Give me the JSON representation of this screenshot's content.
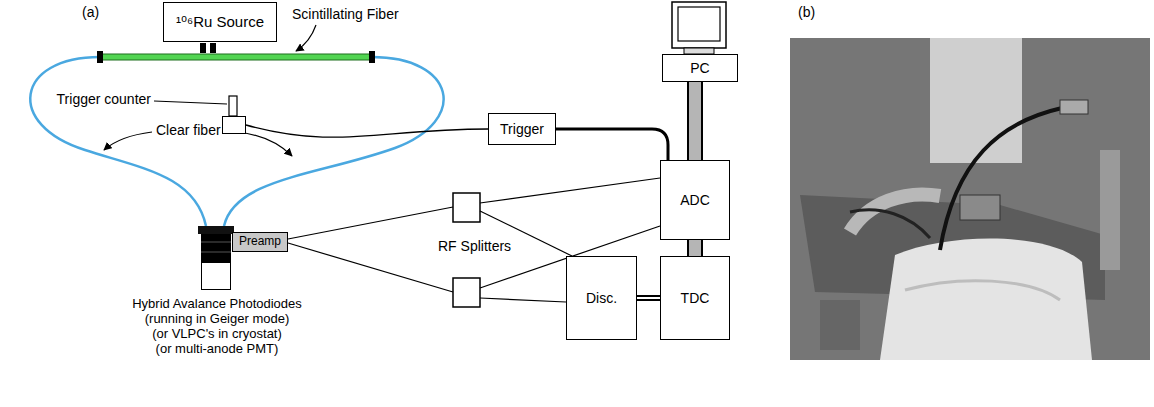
{
  "diagram": {
    "nodes": [
      {
        "text": [
          "¹⁰⁶Ru Source"
        ]
      },
      {
        "text": [
          "Trigger counter"
        ]
      },
      {
        "text": [
          "Trigger"
        ]
      },
      {
        "text": [
          "PC"
        ]
      },
      {
        "text": [
          "ADC"
        ]
      },
      {
        "text": [
          "Disc."
        ]
      },
      {
        "text": [
          "TDC"
        ]
      },
      {
        "text": [
          "Preamp"
        ]
      },
      {
        "text": [
          "Hybrid Avalance Photodiodes",
          "(running in Geiger mode)",
          "(or VLPC's in cryostat)",
          "(or multi-anode PMT)"
        ]
      }
    ],
    "edges": [
      {
        "from": 1,
        "to": 2,
        "arrow": "none"
      },
      {
        "from": 2,
        "to": 4,
        "arrow": "none"
      },
      {
        "from": 5,
        "to": 6,
        "arrow": "none"
      },
      {
        "from": 3,
        "to": 4,
        "arrow": "none"
      },
      {
        "from": 4,
        "to": 6,
        "arrow": "none"
      }
    ],
    "labels": [
      "(a)",
      "Scintillating Fiber",
      "Clear fiber",
      "RF Splitters",
      "(b)"
    ]
  }
}
